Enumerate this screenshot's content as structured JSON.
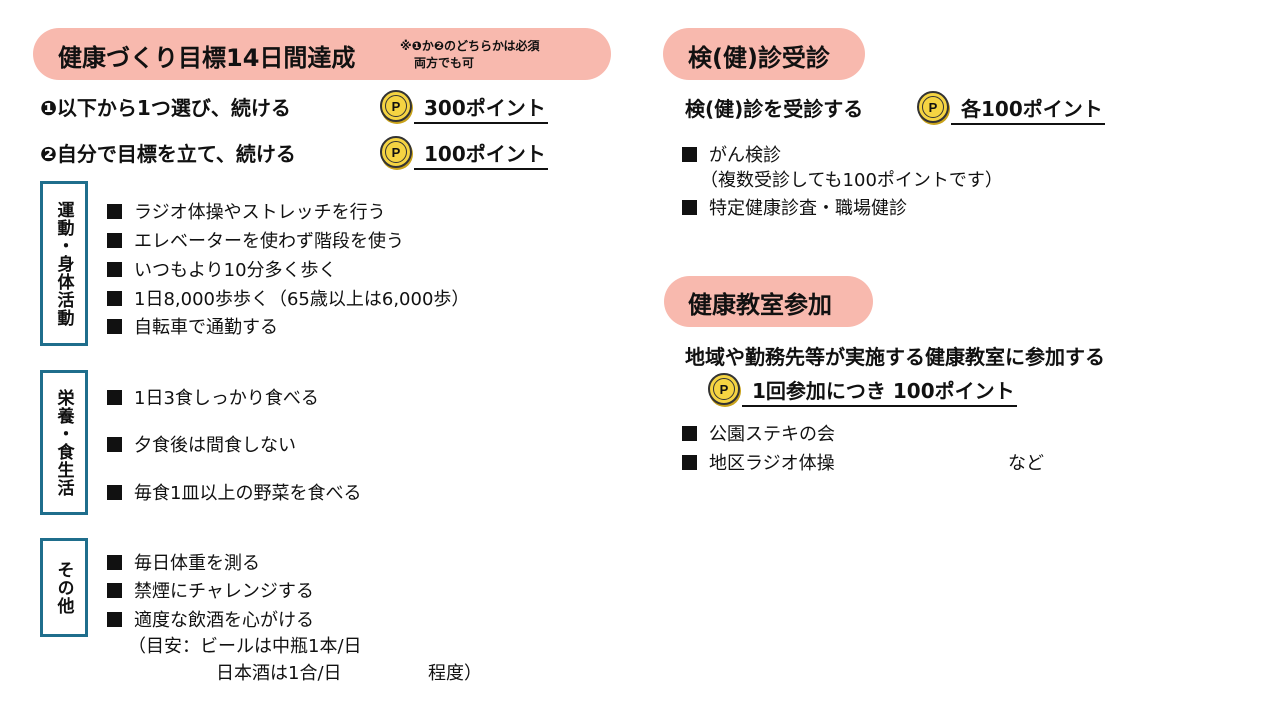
{
  "left": {
    "title": "健康づくり目標14日間達成",
    "note_line1": "※❶か❷のどちらかは必須",
    "note_line2": "両方でも可",
    "option1": {
      "label": "❶以下から1つ選び、続ける",
      "points": "300ポイント"
    },
    "option2": {
      "label": "❷自分で目標を立て、続ける",
      "points": "100ポイント"
    },
    "coin_label": "P",
    "categories": [
      {
        "name": "運動・身体活動",
        "items": [
          "ラジオ体操やストレッチを行う",
          "エレベーターを使わず階段を使う",
          "いつもより10分多く歩く",
          "1日8,000歩歩く（65歳以上は6,000歩）",
          "自転車で通勤する"
        ]
      },
      {
        "name": "栄養・食生活",
        "items": [
          "1日3食しっかり食べる",
          "夕食後は間食しない",
          "毎食1皿以上の野菜を食べる"
        ]
      },
      {
        "name": "その他",
        "items": [
          "毎日体重を測る",
          "禁煙にチャレンジする",
          "適度な飲酒を心がける"
        ],
        "note1": "（目安：ビールは中瓶1本/日",
        "note2": "日本酒は1合/日",
        "note3": "程度）"
      }
    ]
  },
  "right": {
    "checkup": {
      "title": "検(健)診受診",
      "label": "検(健)診を受診する",
      "points": "各100ポイント",
      "items": [
        "がん検診",
        "特定健康診査・職場健診"
      ],
      "sub": "（複数受診しても100ポイントです）"
    },
    "class": {
      "title": "健康教室参加",
      "label": "地域や勤務先等が実施する健康教室に参加する",
      "points": "1回参加につき 100ポイント",
      "items": [
        "公園ステキの会",
        "地区ラジオ体操"
      ],
      "etc": "など"
    }
  },
  "colors": {
    "pill": "#f8b9ae",
    "box_border": "#1f6e8c",
    "coin": "#f5d442"
  }
}
